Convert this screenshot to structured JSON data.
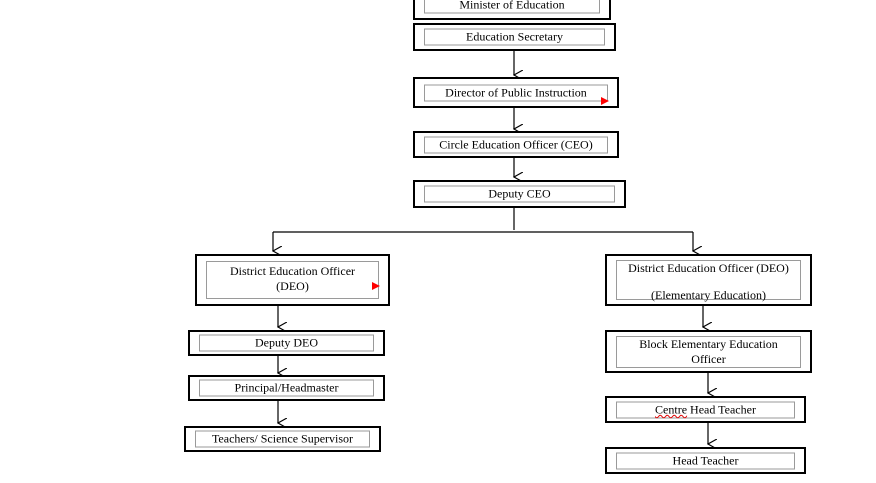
{
  "nodes": {
    "minister": "Minister of Education",
    "secretary": "Education Secretary",
    "dpi": "Director of Public Instruction",
    "ceo": "Circle Education Officer (CEO)",
    "deputy_ceo": "Deputy CEO",
    "deo_left_line1": "District Education Officer",
    "deo_left_line2": "(DEO)",
    "deputy_deo": "Deputy DEO",
    "principal": "Principal/Headmaster",
    "teachers": "Teachers/ Science Supervisor",
    "deo_right_line1": "District Education Officer (DEO)",
    "deo_right_line2": "(Elementary Education)",
    "beeo_line1": "Block Elementary Education",
    "beeo_line2": "Officer",
    "centre_word": "Centre",
    "centre_rest": " Head Teacher",
    "head_teacher": "Head Teacher"
  },
  "colors": {
    "marker": "#ff0000",
    "border": "#000000",
    "inner_border": "#9a9a9a"
  }
}
